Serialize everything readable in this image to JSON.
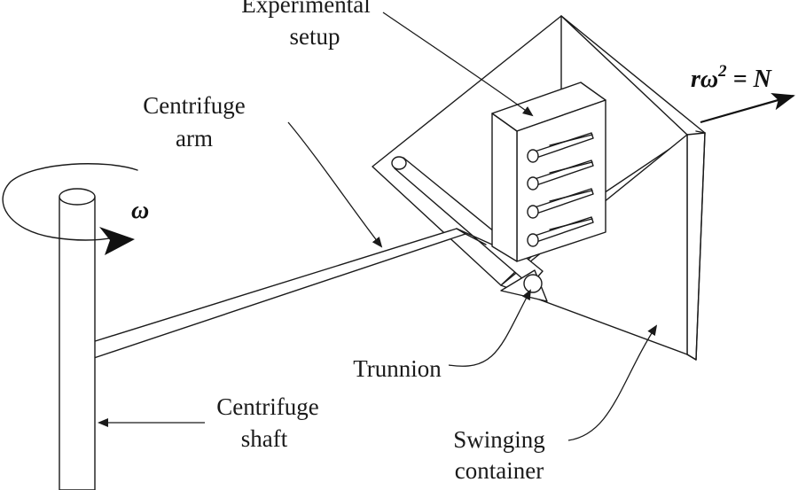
{
  "labels": {
    "experimental_setup_line1": "Experimental",
    "experimental_setup_line2": "setup",
    "centrifuge_arm_line1": "Centrifuge",
    "centrifuge_arm_line2": "arm",
    "omega": "ω",
    "force_lhs": "rω",
    "force_exp": "2",
    "force_rhs": " = N",
    "trunnion": "Trunnion",
    "centrifuge_shaft_line1": "Centrifuge",
    "centrifuge_shaft_line2": "shaft",
    "swinging_container_line1": "Swinging",
    "swinging_container_line2": "container"
  },
  "colors": {
    "line": "#1a1a1a",
    "background": "#ffffff"
  }
}
